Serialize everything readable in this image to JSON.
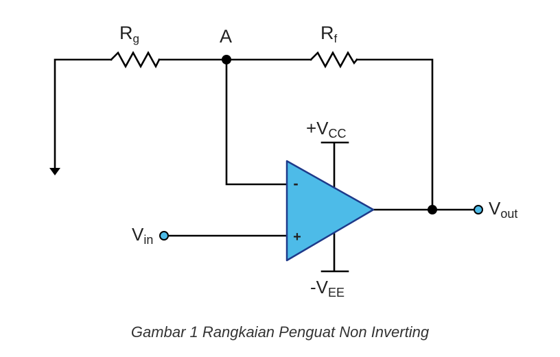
{
  "diagram": {
    "labels": {
      "rg_main": "R",
      "rg_sub": "g",
      "node_a": "A",
      "rf_main": "R",
      "rf_sub": "f",
      "vcc_main": "+V",
      "vcc_sub": "CC",
      "vee_main": "-V",
      "vee_sub": "EE",
      "vin_main": "V",
      "vin_sub": "in",
      "vout_main": "V",
      "vout_sub": "out",
      "minus_sign": "-",
      "plus_sign": "+"
    },
    "colors": {
      "opamp_fill": "#4dbbe8",
      "opamp_stroke": "#1e3a8a",
      "terminal_fill": "#4dbbe8",
      "wire": "#000000"
    }
  },
  "caption": "Gambar 1 Rangkaian Penguat Non Inverting"
}
